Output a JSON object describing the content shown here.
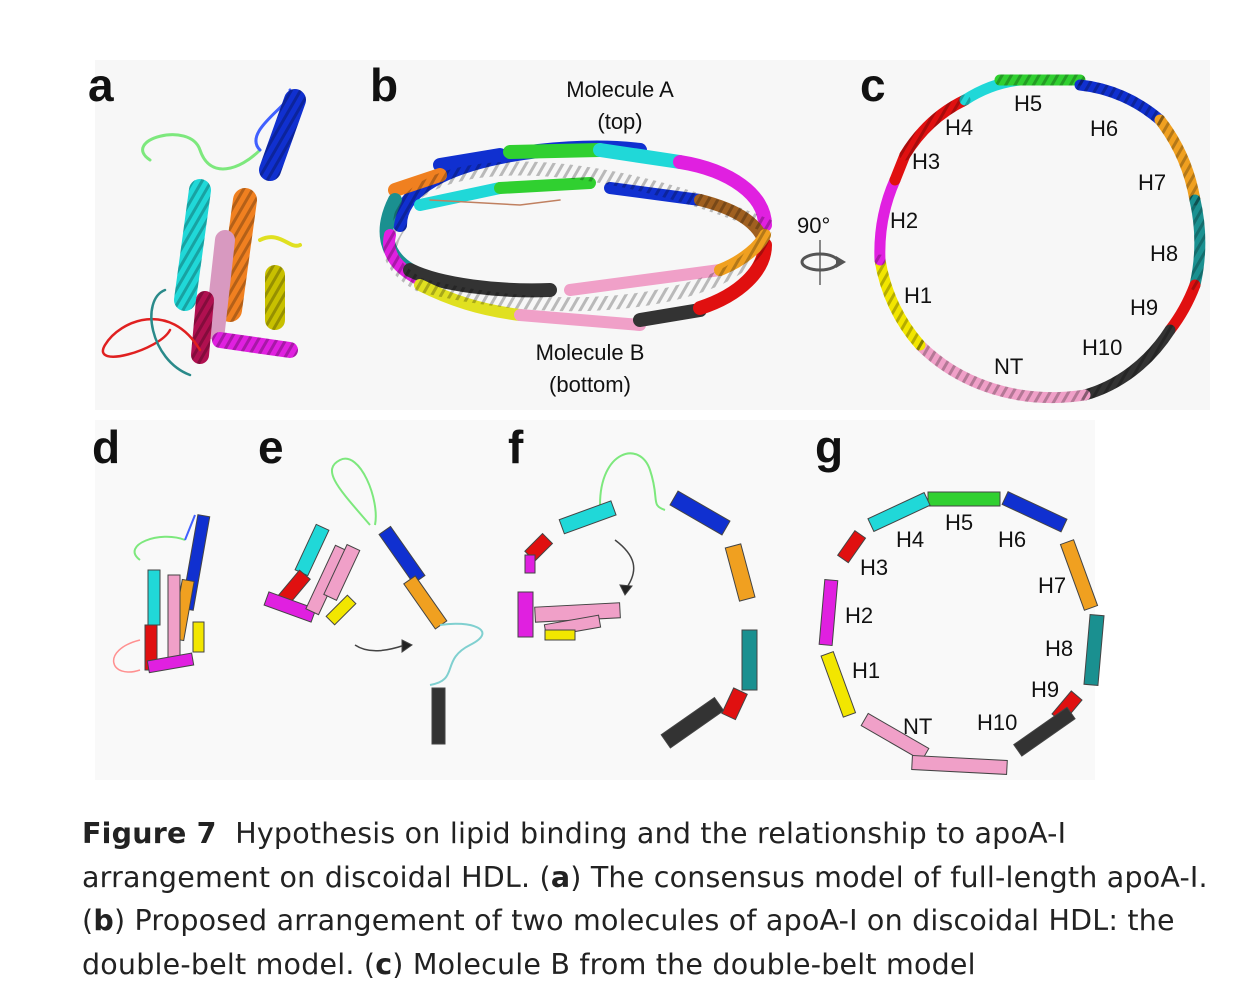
{
  "panels": {
    "a": {
      "letter": "a"
    },
    "b": {
      "letter": "b",
      "molecule_a": "Molecule A",
      "molecule_a_sub": "(top)",
      "molecule_b": "Molecule B",
      "molecule_b_sub": "(bottom)",
      "rotation": "90°"
    },
    "c": {
      "letter": "c",
      "labels": [
        "H5",
        "H4",
        "H6",
        "H3",
        "H7",
        "H2",
        "H8",
        "H1",
        "H9",
        "NT",
        "H10"
      ]
    },
    "d": {
      "letter": "d"
    },
    "e": {
      "letter": "e"
    },
    "f": {
      "letter": "f"
    },
    "g": {
      "letter": "g",
      "labels": [
        "H5",
        "H4",
        "H6",
        "H3",
        "H7",
        "H2",
        "H8",
        "H1",
        "H9",
        "NT",
        "H10"
      ]
    }
  },
  "caption": {
    "figure_label": "Figure 7",
    "t1": "Hypothesis on lipid binding and the relationship to apoA-I arrangement on discoidal HDL. (",
    "a": "a",
    "t2": ") The consensus model of full-length apoA-I. (",
    "b": "b",
    "t3": ") Proposed arrangement of two molecules of apoA-I on discoidal HDL: the double-belt model. (",
    "c": "c",
    "t4": ") Molecule B from the double-belt model"
  },
  "colors": {
    "H1": "#f2e600",
    "H2": "#e020e0",
    "H3": "#e01010",
    "H4": "#20d8d8",
    "H5": "#30d030",
    "H6": "#1030d0",
    "H7": "#f0a020",
    "H8": "#1a9090",
    "H9": "#e01010",
    "H10": "#333333",
    "NT": "#f0a0c8"
  }
}
